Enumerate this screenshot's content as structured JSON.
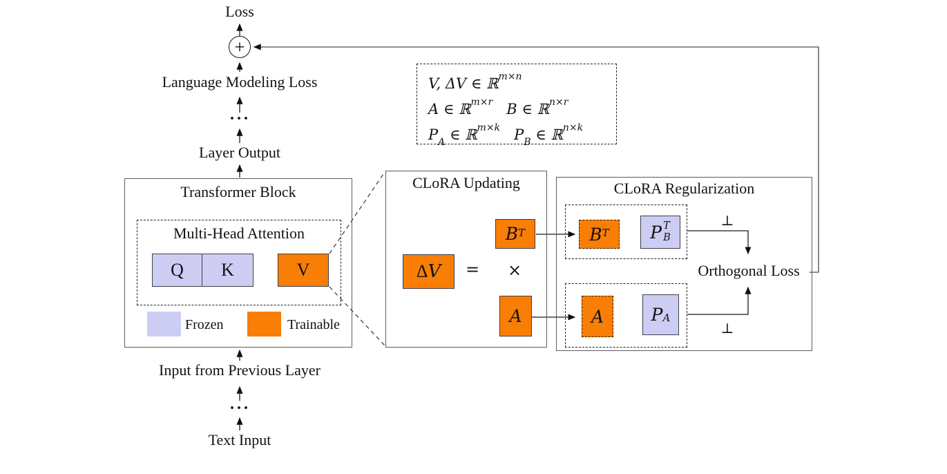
{
  "colors": {
    "orange": "#F97E06",
    "lavender": "#CDCDF4",
    "line": "#1a1a1a"
  },
  "flow": {
    "loss": "Loss",
    "plus": "+",
    "language_modeling_loss": "Language Modeling Loss",
    "dots_top": "···",
    "layer_output": "Layer Output",
    "input_from_previous_layer": "Input from Previous Layer",
    "dots_bottom": "···",
    "text_input": "Text Input"
  },
  "transformer_block": {
    "title": "Transformer Block",
    "mha_title": "Multi-Head Attention",
    "q": "Q",
    "k": "K",
    "v": "V",
    "legend": {
      "frozen": "Frozen",
      "trainable": "Trainable"
    }
  },
  "dims_box": {
    "line1": {
      "body": "V, ΔV ∈ ℝ",
      "sup": "m×n"
    },
    "line2": {
      "a": "A ∈ ℝ",
      "a_sup": "m×r",
      "b": "B ∈ ℝ",
      "b_sup": "n×r"
    },
    "line3": {
      "pa": "P",
      "pa_sub": "A",
      "pa_rest": " ∈ ℝ",
      "pa_sup": "m×k",
      "pb": "P",
      "pb_sub": "B",
      "pb_rest": " ∈ ℝ",
      "pb_sup": "n×k"
    }
  },
  "clora_updating": {
    "title": "CLoRA Updating",
    "delta": "Δ",
    "v": "V",
    "equals": "=",
    "times": "×",
    "b": "B",
    "b_sup": "T",
    "a": "A"
  },
  "clora_regularization": {
    "title": "CLoRA Regularization",
    "b": "B",
    "b_sup": "T",
    "pb": "P",
    "pb_sup": "T",
    "pb_sub": "B",
    "a": "A",
    "pa": "P",
    "pa_sub": "A",
    "perp_top": "⊥",
    "perp_bottom": "⊥",
    "orthogonal_loss": "Orthogonal Loss"
  }
}
